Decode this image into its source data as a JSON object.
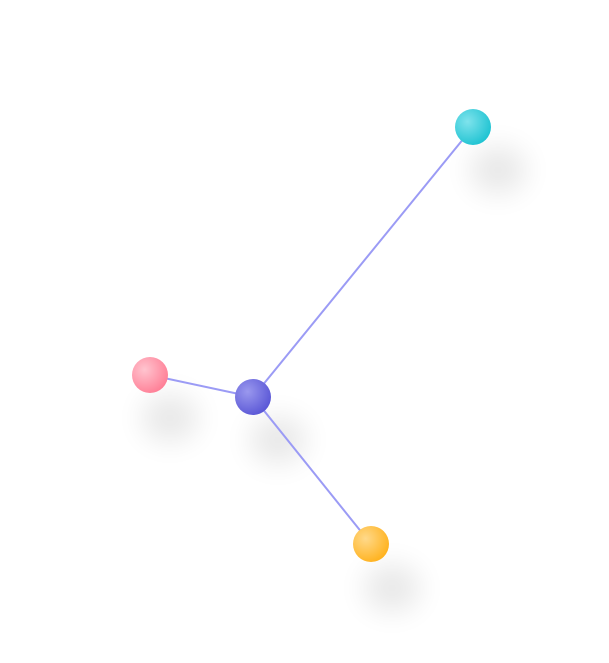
{
  "diagram": {
    "edge_color": "#9b9bf5",
    "nodes": [
      {
        "id": "hub",
        "light": "#9a98ee",
        "dark": "#5a57d6"
      },
      {
        "id": "top-right",
        "light": "#7fe3ec",
        "dark": "#1fc3d2"
      },
      {
        "id": "left",
        "light": "#ffc4cf",
        "dark": "#ff7f96"
      },
      {
        "id": "bottom",
        "light": "#ffd98a",
        "dark": "#ffb21e"
      }
    ]
  }
}
